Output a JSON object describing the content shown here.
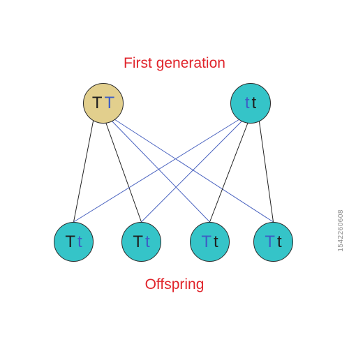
{
  "title": "First generation",
  "footer": "Offspring",
  "watermark_id": "1542260608",
  "colors": {
    "heading": "#e0242b",
    "line_black": "#222222",
    "line_blue": "#4a63c0",
    "parent_tt_fill": "#e2cf8d",
    "teal_fill": "#35c4c8",
    "dark_letter": "#1f1f1f",
    "blue_letter": "#3d5ec5"
  },
  "parents": [
    {
      "id": "parent-1",
      "allele_a": "T",
      "allele_b": "T",
      "color_a": "dark",
      "color_b": "blue",
      "fill": "parent_tt_fill"
    },
    {
      "id": "parent-2",
      "allele_a": "t",
      "allele_b": "t",
      "color_a": "blue",
      "color_b": "dark",
      "fill": "teal_fill"
    }
  ],
  "offspring": [
    {
      "id": "offspring-1",
      "allele_a": "T",
      "allele_b": "t",
      "color_a": "dark",
      "color_b": "blue"
    },
    {
      "id": "offspring-2",
      "allele_a": "T",
      "allele_b": "t",
      "color_a": "dark",
      "color_b": "blue"
    },
    {
      "id": "offspring-3",
      "allele_a": "T",
      "allele_b": "t",
      "color_a": "blue",
      "color_b": "dark"
    },
    {
      "id": "offspring-4",
      "allele_a": "T",
      "allele_b": "t",
      "color_a": "blue",
      "color_b": "dark"
    }
  ],
  "links": [
    {
      "from": "parent-1",
      "to": "offspring-1",
      "style": "black"
    },
    {
      "from": "parent-1",
      "to": "offspring-2",
      "style": "black"
    },
    {
      "from": "parent-1",
      "to": "offspring-3",
      "style": "blue"
    },
    {
      "from": "parent-1",
      "to": "offspring-4",
      "style": "blue"
    },
    {
      "from": "parent-2",
      "to": "offspring-1",
      "style": "blue"
    },
    {
      "from": "parent-2",
      "to": "offspring-2",
      "style": "blue"
    },
    {
      "from": "parent-2",
      "to": "offspring-3",
      "style": "black"
    },
    {
      "from": "parent-2",
      "to": "offspring-4",
      "style": "black"
    }
  ]
}
